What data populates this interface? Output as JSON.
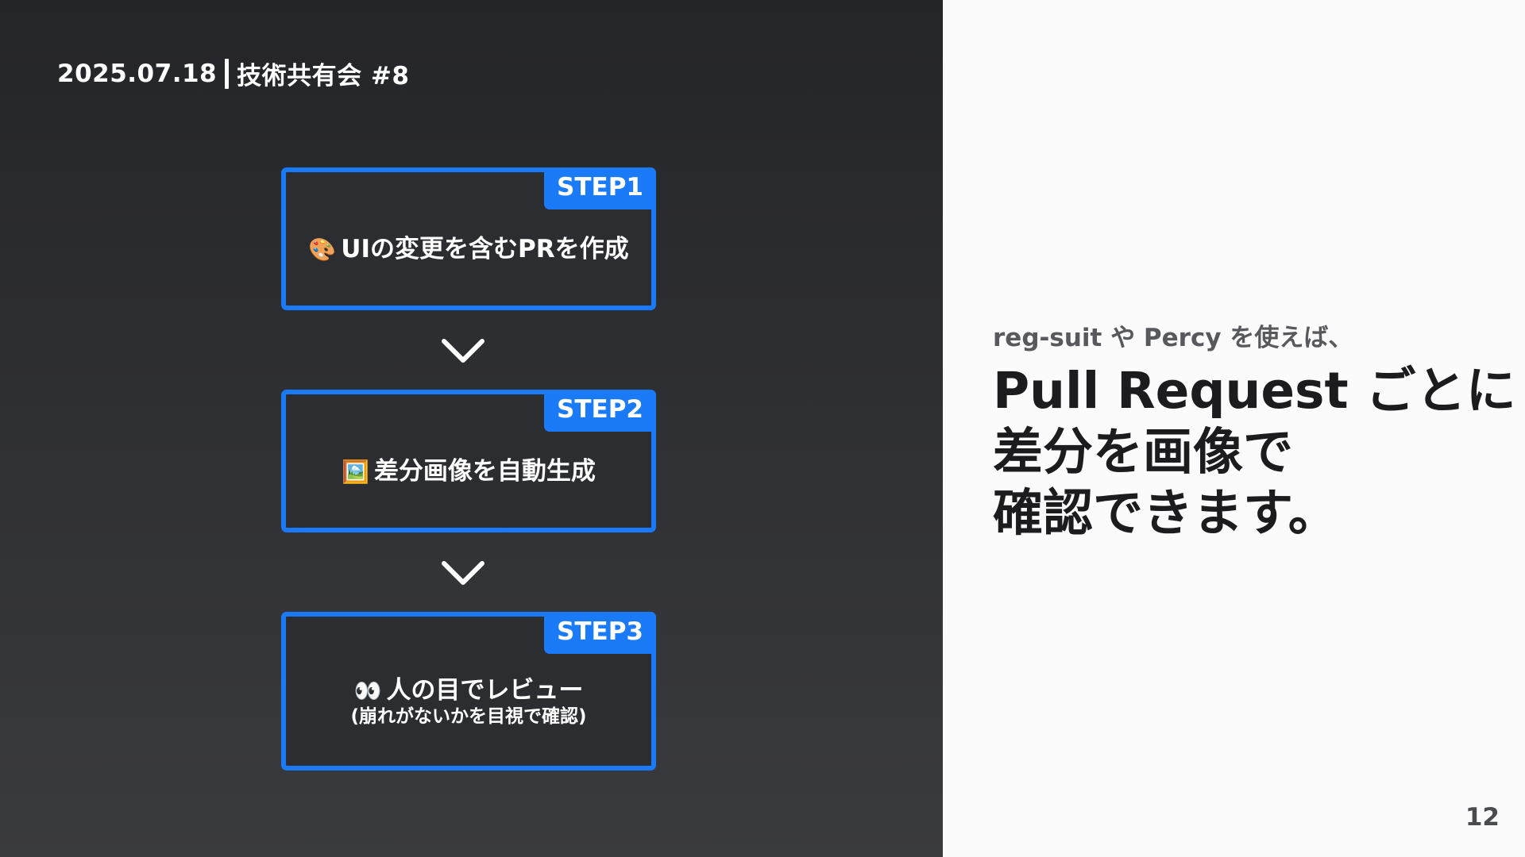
{
  "header": {
    "date": "2025.07.18",
    "event": "技術共有会 #8"
  },
  "steps": [
    {
      "badge": "STEP1",
      "icon": "🎨",
      "text": "UIの変更を含むPRを作成",
      "sub": ""
    },
    {
      "badge": "STEP2",
      "icon": "🖼️",
      "text": "差分画像を自動生成",
      "sub": ""
    },
    {
      "badge": "STEP3",
      "icon": "👀",
      "text": "人の目でレビュー",
      "sub": "(崩れがないかを目視で確認)"
    }
  ],
  "right": {
    "subtitle": "reg-suit や Percy を使えば、",
    "headline_line1": "Pull Request ごとに",
    "headline_line2": "差分を画像で",
    "headline_line3": "確認できます。"
  },
  "page_number": "12",
  "colors": {
    "accent": "#1a7af8",
    "left_bg_top": "#242528",
    "left_bg_bottom": "#3a3b3f",
    "right_bg": "#fbfbfc"
  }
}
